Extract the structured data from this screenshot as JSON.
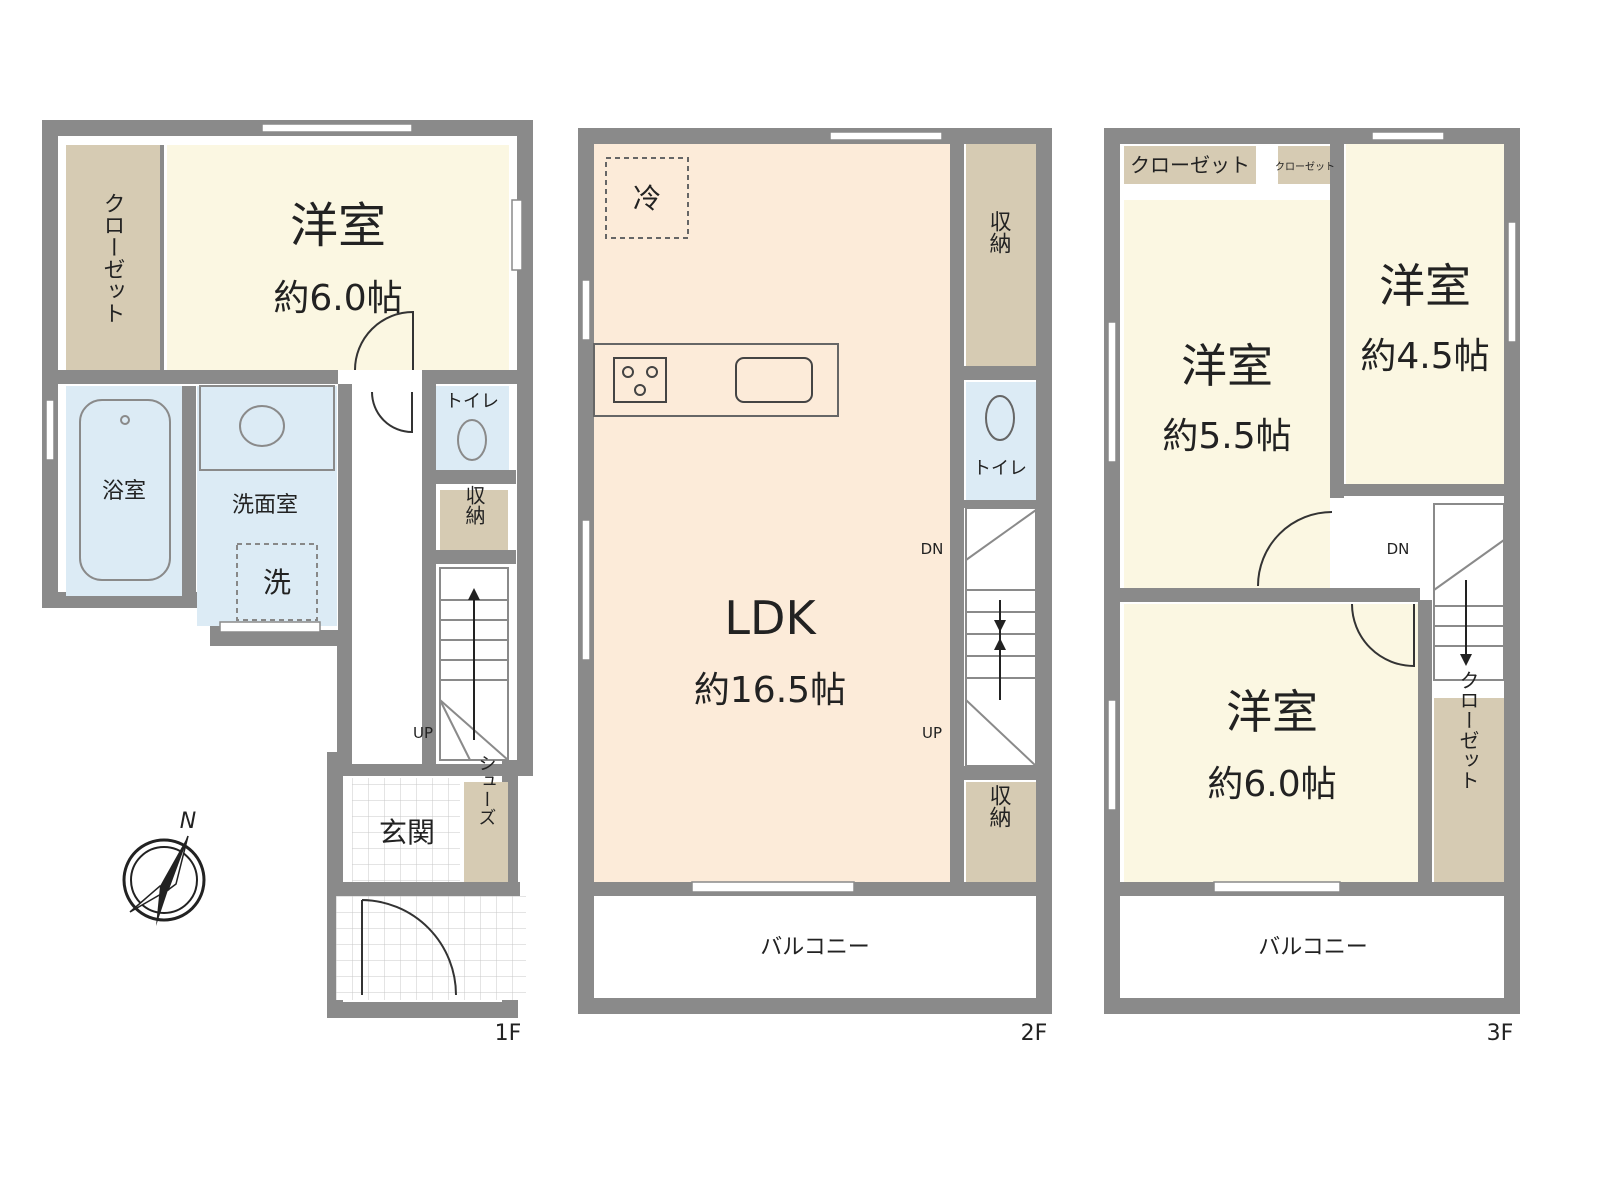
{
  "floors": {
    "f1": {
      "label": "1F",
      "rooms": {
        "bedroom_name": "洋室",
        "bedroom_size": "約6.0帖",
        "closet": "クローゼット",
        "bath": "浴室",
        "washroom": "洗面室",
        "washer": "洗",
        "toilet": "トイレ",
        "storage": "収納",
        "entrance": "玄関",
        "shoes": "シューズ",
        "up": "UP"
      }
    },
    "f2": {
      "label": "2F",
      "rooms": {
        "ldk_name": "LDK",
        "ldk_size": "約16.5帖",
        "fridge": "冷",
        "storage_top": "収納",
        "storage_bottom": "収納",
        "toilet": "トイレ",
        "dn": "DN",
        "up": "UP",
        "balcony": "バルコニー"
      }
    },
    "f3": {
      "label": "3F",
      "rooms": {
        "closet_top": "クローゼット",
        "closet_small": "クローゼット",
        "room_a_name": "洋室",
        "room_a_size": "約5.5帖",
        "room_b_name": "洋室",
        "room_b_size": "約4.5帖",
        "room_c_name": "洋室",
        "room_c_size": "約6.0帖",
        "closet_right": "クローゼット",
        "dn": "DN",
        "balcony": "バルコニー"
      }
    }
  },
  "compass": {
    "label": "N"
  },
  "colors": {
    "wall": "#8a8a8a",
    "bedroom": "#fbf7e2",
    "ldk": "#fcebd9",
    "closet": "#d6cbb3",
    "wet": "#dcebf5",
    "hall": "#ffffff"
  }
}
